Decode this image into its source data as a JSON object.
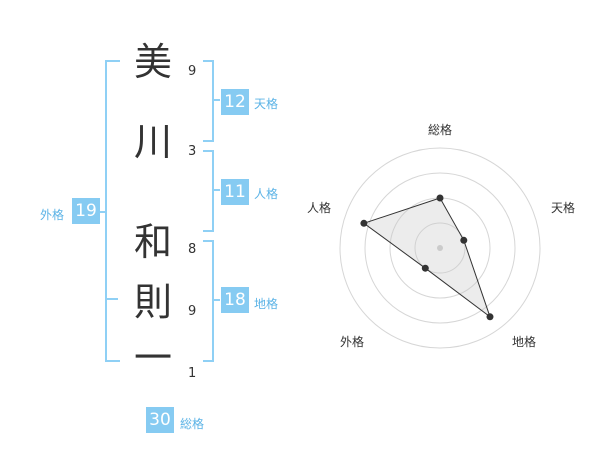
{
  "name": {
    "chars": [
      {
        "char": "美",
        "strokes": "9"
      },
      {
        "char": "川",
        "strokes": "3"
      },
      {
        "char": "和",
        "strokes": "8"
      },
      {
        "char": "則",
        "strokes": "9"
      },
      {
        "char": "一",
        "strokes": "1"
      }
    ]
  },
  "fortune": {
    "tenkaku": {
      "value": "12",
      "label": "天格"
    },
    "jinkaku": {
      "value": "11",
      "label": "人格"
    },
    "chikaku": {
      "value": "18",
      "label": "地格"
    },
    "gaikaku": {
      "value": "19",
      "label": "外格"
    },
    "soukaku": {
      "value": "30",
      "label": "総格"
    }
  },
  "chart_data": {
    "type": "radar",
    "axes": [
      "総格",
      "天格",
      "地格",
      "外格",
      "人格"
    ],
    "values": [
      0.5,
      0.25,
      0.85,
      0.25,
      0.8
    ],
    "range": [
      0,
      1
    ],
    "rings": 4
  },
  "colors": {
    "accent": "#86cbf2",
    "bracket": "#8fd0f5",
    "label": "#5bb3e6",
    "text": "#333333"
  }
}
